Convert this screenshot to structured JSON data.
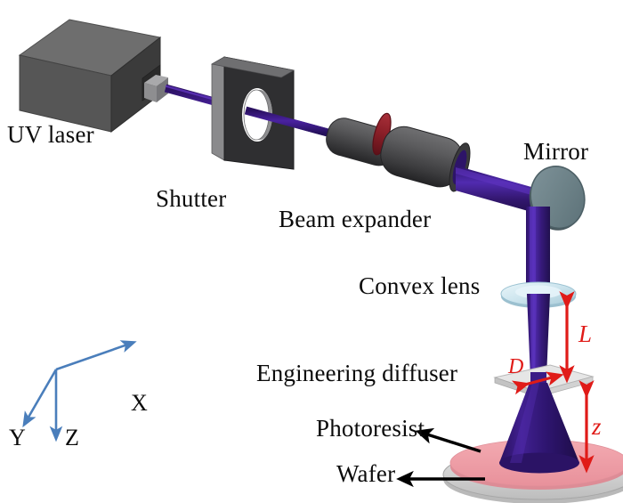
{
  "figure": {
    "type": "optical-setup-schematic",
    "subject": "UV laser maskless lithography optical path with engineering diffuser",
    "background_color": "#ffffff"
  },
  "labels": {
    "uv_laser": "UV laser",
    "shutter": "Shutter",
    "beam_expander": "Beam expander",
    "mirror": "Mirror",
    "convex_lens": "Convex lens",
    "engineering_diffuser": "Engineering diffuser",
    "photoresist": "Photoresist",
    "wafer": "Wafer"
  },
  "dimensions": {
    "L": "L",
    "D": "D",
    "z": "z"
  },
  "axes": {
    "x": "X",
    "y": "Y",
    "z": "Z"
  },
  "colors": {
    "beam": "#3b1a86",
    "beam_dark": "#2b1168",
    "beam_light": "#5a34ad",
    "laser_body_top": "#6e6e6e",
    "laser_body_front": "#565656",
    "laser_body_side": "#3b3b3b",
    "shutter_plate": "#2f2f31",
    "shutter_edge": "#8e8e90",
    "expander_tube": "#4a4a4c",
    "expander_ring": "#8e1f28",
    "mirror_face": "#6d8288",
    "mirror_rim": "#4a5a60",
    "lens_face": "#cfe6ef",
    "lens_edge": "#a9cbd8",
    "diffuser": "#dcdcdc",
    "photoresist": "#f0a1a9",
    "wafer": "#d9d9d9",
    "dimension_arrow": "#e01b18",
    "axis_arrow": "#4a7ebb",
    "callout_arrow": "#000000"
  }
}
